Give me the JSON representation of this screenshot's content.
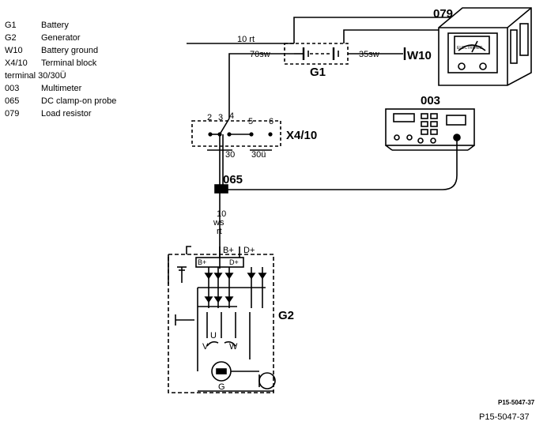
{
  "legend": [
    {
      "code": "G1",
      "desc": "Battery"
    },
    {
      "code": "G2",
      "desc": "Generator"
    },
    {
      "code": "W10",
      "desc": "Battery ground"
    },
    {
      "code": "X4/10",
      "desc": "Terminal block"
    },
    {
      "code": "",
      "desc": "terminal 30/30Ü"
    },
    {
      "code": "003",
      "desc": "Multimeter"
    },
    {
      "code": "065",
      "desc": "DC clamp-on probe"
    },
    {
      "code": "079",
      "desc": "Load resistor"
    }
  ],
  "labels": {
    "g1": "G1",
    "g2": "G2",
    "w10": "W10",
    "x410": "X4/10",
    "l003": "003",
    "l065": "065",
    "l079": "079",
    "wire_10rt": "10 rt",
    "wire_70sw": "70sw",
    "wire_35sw": "35sw",
    "wire_10": "10",
    "wire_ws": "ws",
    "wire_rt": "rt",
    "t2": "2",
    "t3": "3",
    "t4": "4",
    "t5": "5",
    "t6": "6",
    "t30": "30",
    "t30u": "30ü",
    "bplus_out": "B+",
    "dplus_out": "D+",
    "bplus_in": "B+",
    "dplus_in": "D+",
    "u": "U",
    "v": "V",
    "w": "W",
    "g": "G",
    "mm_brand": "ELECTRONIC",
    "ref_small": "P15-5047-37",
    "ref": "P15-5047-37"
  }
}
